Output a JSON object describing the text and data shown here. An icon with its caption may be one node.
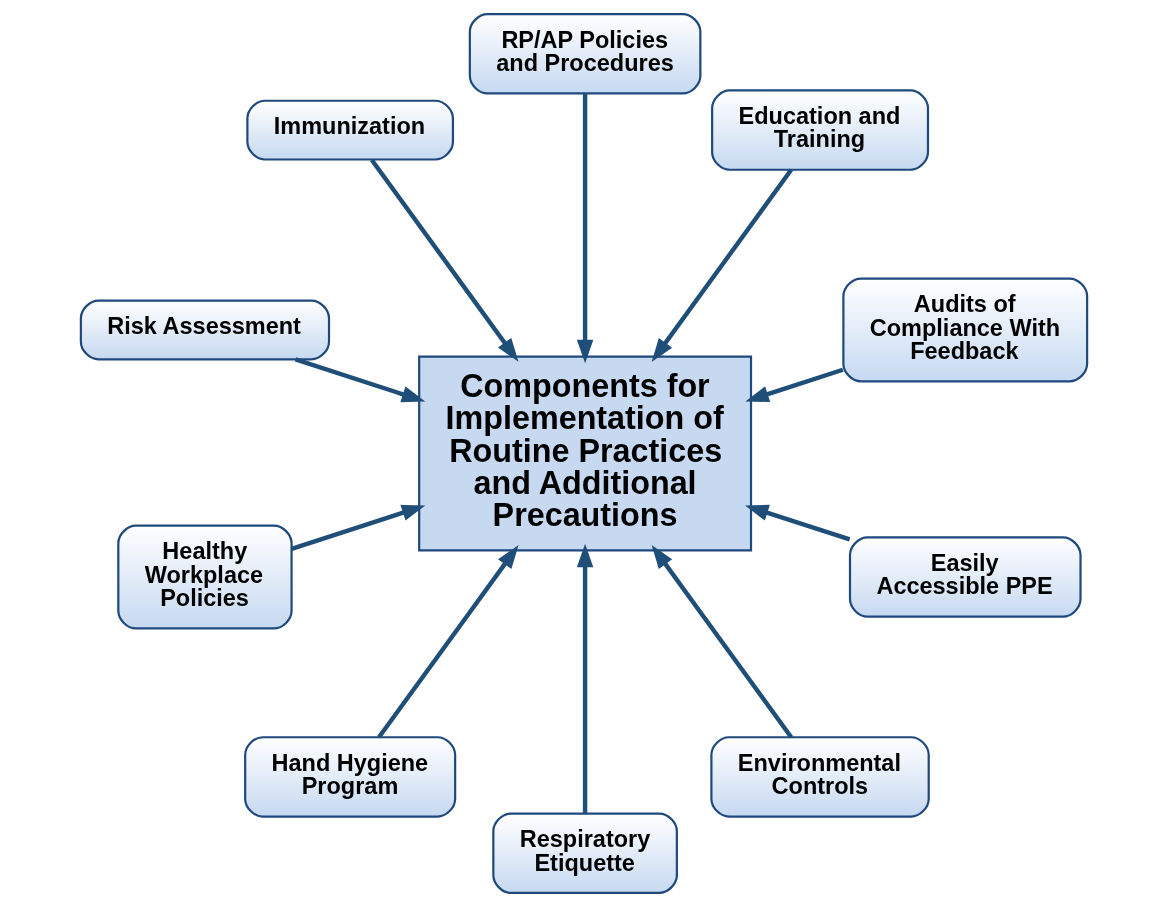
{
  "diagram": {
    "nodes": [
      {
        "text": [
          "Audits of Compliance With Feedback"
        ]
      },
      {
        "text": [
          "Education and Training"
        ]
      },
      {
        "text": [
          "RP/AP Policies and Procedures"
        ]
      },
      {
        "text": [
          "Immunization"
        ]
      },
      {
        "text": [
          "Components for Implementation of Routine Practices and Additional Precautions"
        ]
      },
      {
        "text": [
          "Risk Assessment"
        ]
      },
      {
        "text": [
          "Healthy Workplace Policies"
        ]
      },
      {
        "text": [
          "Hand Hygiene Program"
        ]
      },
      {
        "text": [
          "Respiratory Etiquette"
        ]
      },
      {
        "text": [
          "Environmental Controls"
        ]
      },
      {
        "text": [
          "Easily Accessible PPE"
        ]
      }
    ],
    "edges": [
      {
        "from": 0,
        "to": 4,
        "arrow": "to"
      },
      {
        "from": 1,
        "to": 4,
        "arrow": "to"
      },
      {
        "from": 2,
        "to": 4,
        "arrow": "to"
      },
      {
        "from": 3,
        "to": 4,
        "arrow": "to"
      },
      {
        "from": 5,
        "to": 4,
        "arrow": "to"
      },
      {
        "from": 6,
        "to": 4,
        "arrow": "to"
      },
      {
        "from": 7,
        "to": 4,
        "arrow": "to"
      },
      {
        "from": 8,
        "to": 4,
        "arrow": "to"
      },
      {
        "from": 9,
        "to": 4,
        "arrow": "to"
      },
      {
        "from": 10,
        "to": 4,
        "arrow": "to"
      }
    ]
  }
}
